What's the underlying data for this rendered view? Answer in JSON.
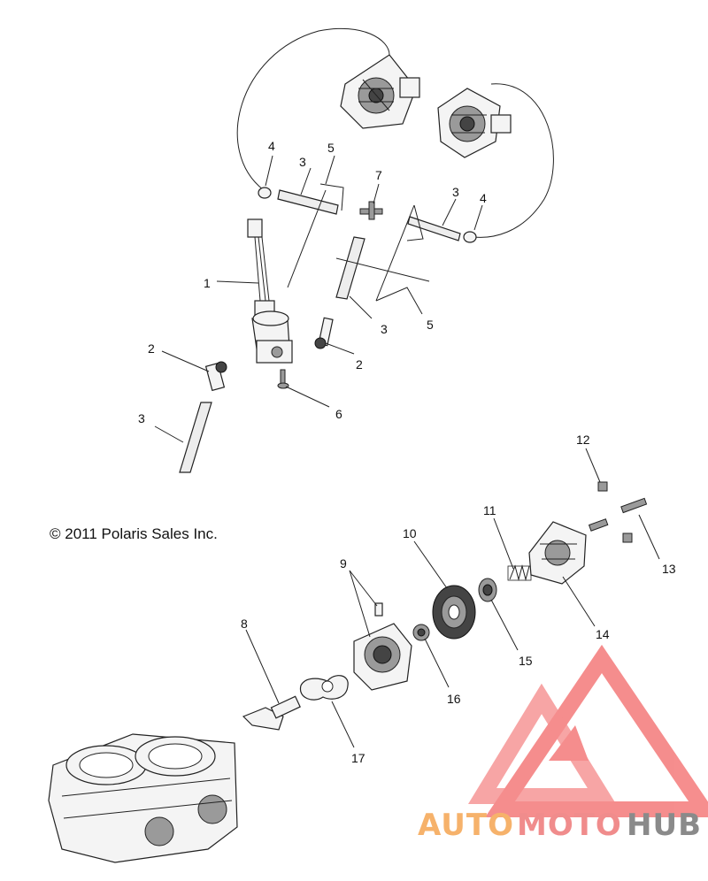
{
  "copyright": "© 2011 Polaris Sales Inc.",
  "callouts": {
    "c1": "1",
    "c2a": "2",
    "c2b": "2",
    "c3a": "3",
    "c3b": "3",
    "c3c": "3",
    "c3d": "3",
    "c4a": "4",
    "c4b": "4",
    "c5a": "5",
    "c5b": "5",
    "c6": "6",
    "c7": "7",
    "c8": "8",
    "c9": "9",
    "c10": "10",
    "c11": "11",
    "c12": "12",
    "c13": "13",
    "c14": "14",
    "c15": "15",
    "c16": "16",
    "c17": "17"
  },
  "watermark": {
    "word_auto": "AUTO",
    "word_moto": "MOTO",
    "word_hub": "HUB",
    "color_auto": "#f6b26b",
    "color_moto": "#f08c8c",
    "color_hub": "#8a8a8a",
    "logo_color": "#f47a7a"
  }
}
